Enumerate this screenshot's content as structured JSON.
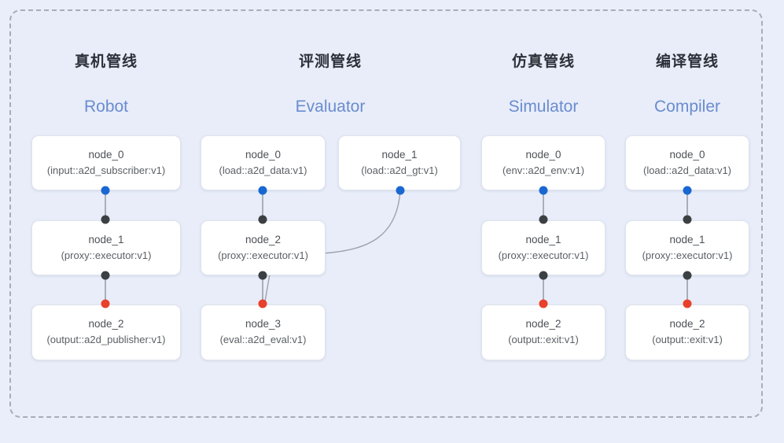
{
  "diagram": {
    "background_color": "#e8edf9",
    "frame_border_color": "#a7adb8",
    "port_colors": {
      "output": "#1967d2",
      "link": "#3c4043",
      "input": "#e8402a"
    },
    "columns": [
      {
        "id": "robot",
        "title_cn": "真机管线",
        "title_en": "Robot",
        "nodes": [
          {
            "name": "node_0",
            "type": "(input::a2d_subscriber:v1)"
          },
          {
            "name": "node_1",
            "type": "(proxy::executor:v1)"
          },
          {
            "name": "node_2",
            "type": "(output::a2d_publisher:v1)"
          }
        ]
      },
      {
        "id": "evaluator",
        "title_cn": "评测管线",
        "title_en": "Evaluator",
        "nodes": [
          {
            "name": "node_0",
            "type": "(load::a2d_data:v1)"
          },
          {
            "name": "node_1",
            "type": "(load::a2d_gt:v1)"
          },
          {
            "name": "node_2",
            "type": "(proxy::executor:v1)"
          },
          {
            "name": "node_3",
            "type": "(eval::a2d_eval:v1)"
          }
        ]
      },
      {
        "id": "simulator",
        "title_cn": "仿真管线",
        "title_en": "Simulator",
        "nodes": [
          {
            "name": "node_0",
            "type": "(env::a2d_env:v1)"
          },
          {
            "name": "node_1",
            "type": "(proxy::executor:v1)"
          },
          {
            "name": "node_2",
            "type": "(output::exit:v1)"
          }
        ]
      },
      {
        "id": "compiler",
        "title_cn": "编译管线",
        "title_en": "Compiler",
        "nodes": [
          {
            "name": "node_0",
            "type": "(load::a2d_data:v1)"
          },
          {
            "name": "node_1",
            "type": "(proxy::executor:v1)"
          },
          {
            "name": "node_2",
            "type": "(output::exit:v1)"
          }
        ]
      }
    ]
  }
}
